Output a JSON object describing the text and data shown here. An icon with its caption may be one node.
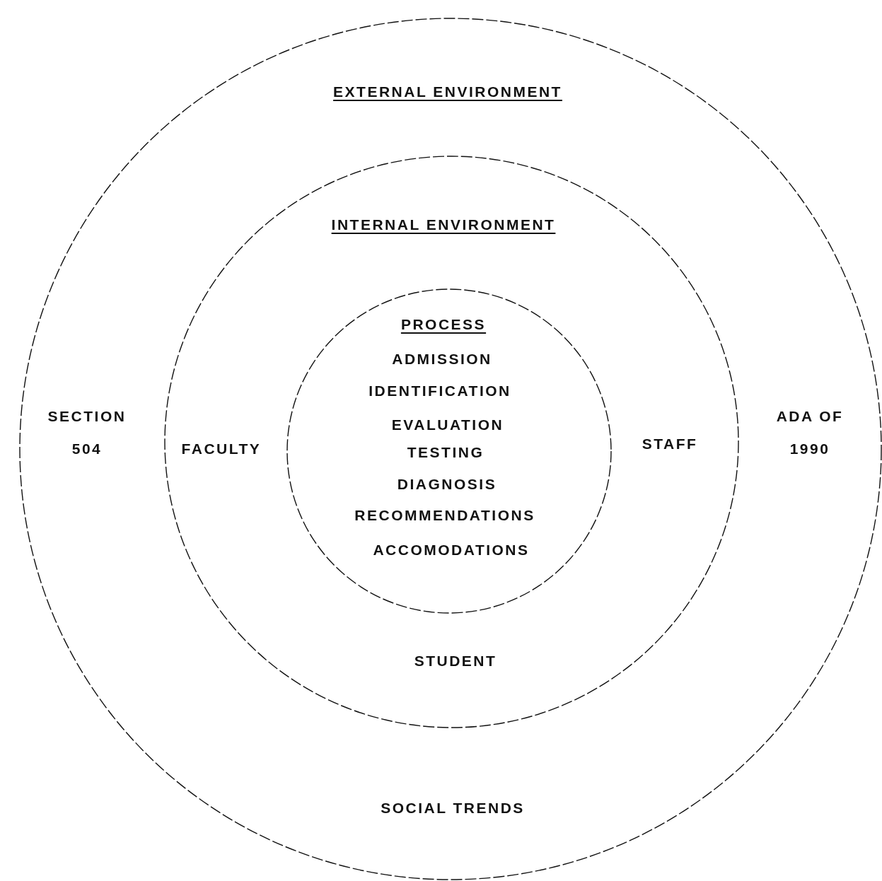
{
  "diagram": {
    "nodes": [
      {
        "text": [
          "EXTERNAL ENVIRONMENT",
          "SECTION 504",
          "ADA OF 1990",
          "SOCIAL TRENDS"
        ]
      },
      {
        "text": [
          "INTERNAL ENVIRONMENT",
          "FACULTY",
          "STAFF",
          "STUDENT"
        ],
        "in": 0
      },
      {
        "text": [
          "PROCESS",
          "ADMISSION",
          "IDENTIFICATION",
          "EVALUATION",
          "TESTING",
          "DIAGNOSIS",
          "RECOMMENDATIONS",
          "ACCOMODATIONS"
        ],
        "in": 1
      }
    ]
  }
}
